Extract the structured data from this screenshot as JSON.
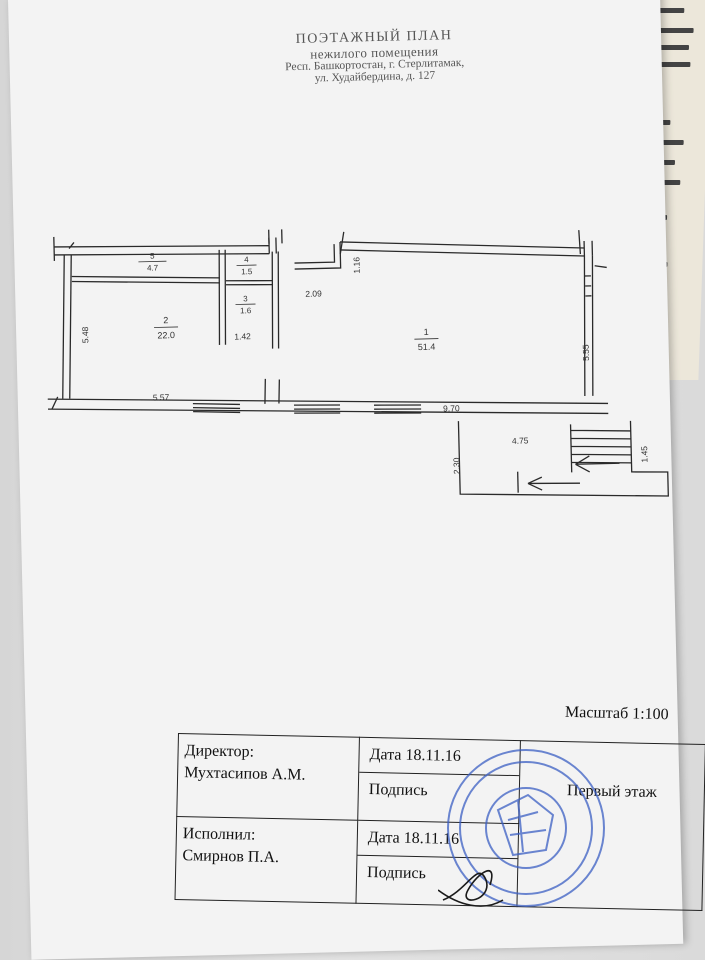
{
  "document": {
    "title_line1": "ПОЭТАЖНЫЙ ПЛАН",
    "title_line2": "нежилого помещения",
    "title_line3": "Респ. Башкортостан, г. Стерлитамак,",
    "title_line4": "ул. Худайбердина, д. 127"
  },
  "rooms": [
    {
      "number": "1",
      "area": "51.4"
    },
    {
      "number": "2",
      "area": "22.0"
    },
    {
      "number": "3",
      "area": "1.6"
    },
    {
      "number": "4",
      "area": "1.5"
    },
    {
      "number": "5",
      "area": "4.7"
    }
  ],
  "dimensions": {
    "d548": "5.48",
    "d557": "5.57",
    "d142": "1.42",
    "d209": "2.09",
    "d116": "1.16",
    "d555": "5.55",
    "d970": "9.70",
    "d475": "4.75",
    "d230": "2.30",
    "d145": "1.45"
  },
  "scale_label": "Масштаб 1:100",
  "stamp_table": {
    "director_label": "Директор:",
    "director_name": "Мухтасипов А.М.",
    "executor_label": "Исполнил:",
    "executor_name": "Смирнов П.А.",
    "date1": "Дата 18.11.16",
    "sign1": "Подпись",
    "date2": "Дата 18.11.16",
    "sign2": "Подпись",
    "floor": "Первый этаж"
  },
  "colors": {
    "ink": "#222222",
    "seal_blue": "#3b5fc4"
  }
}
